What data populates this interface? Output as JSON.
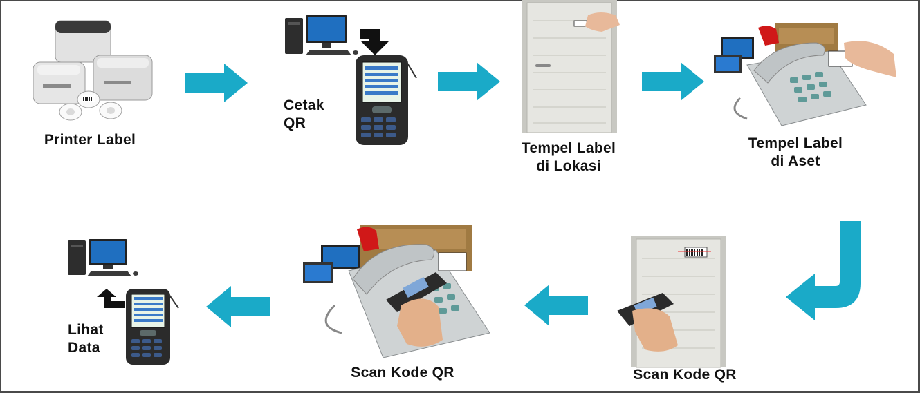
{
  "steps": [
    {
      "id": "printer-label",
      "lines": [
        "Printer Label"
      ]
    },
    {
      "id": "cetak-qr",
      "lines": [
        "Cetak",
        "QR"
      ]
    },
    {
      "id": "tempel-lokasi",
      "lines": [
        "Tempel Label",
        "di Lokasi"
      ]
    },
    {
      "id": "tempel-aset",
      "lines": [
        "Tempel Label",
        "di Aset"
      ]
    },
    {
      "id": "scan-lokasi",
      "lines": [
        "Scan Kode QR"
      ]
    },
    {
      "id": "scan-aset",
      "lines": [
        "Scan Kode QR"
      ]
    },
    {
      "id": "lihat-data",
      "lines": [
        "Lihat",
        "Data"
      ]
    }
  ],
  "colors": {
    "arrow": "#1aaac8",
    "label_text": "#111111",
    "door": "#e6e6e1",
    "printer_body": "#d9d9d9",
    "device_body": "#2b2b2b",
    "device_screen": "#e8f4e8",
    "monitor_screen": "#1f6fc0",
    "phone_body": "#cfd3d4",
    "phone_keys": "#5f9a98",
    "desk_wood": "#a07a42",
    "chair_red": "#d01818"
  },
  "icons": [
    "label-printer-icon",
    "computer-icon",
    "mobile-terminal-icon",
    "door-icon",
    "desk-phone-icon",
    "hand-icon",
    "qr-label-icon",
    "flow-arrow-icon"
  ]
}
